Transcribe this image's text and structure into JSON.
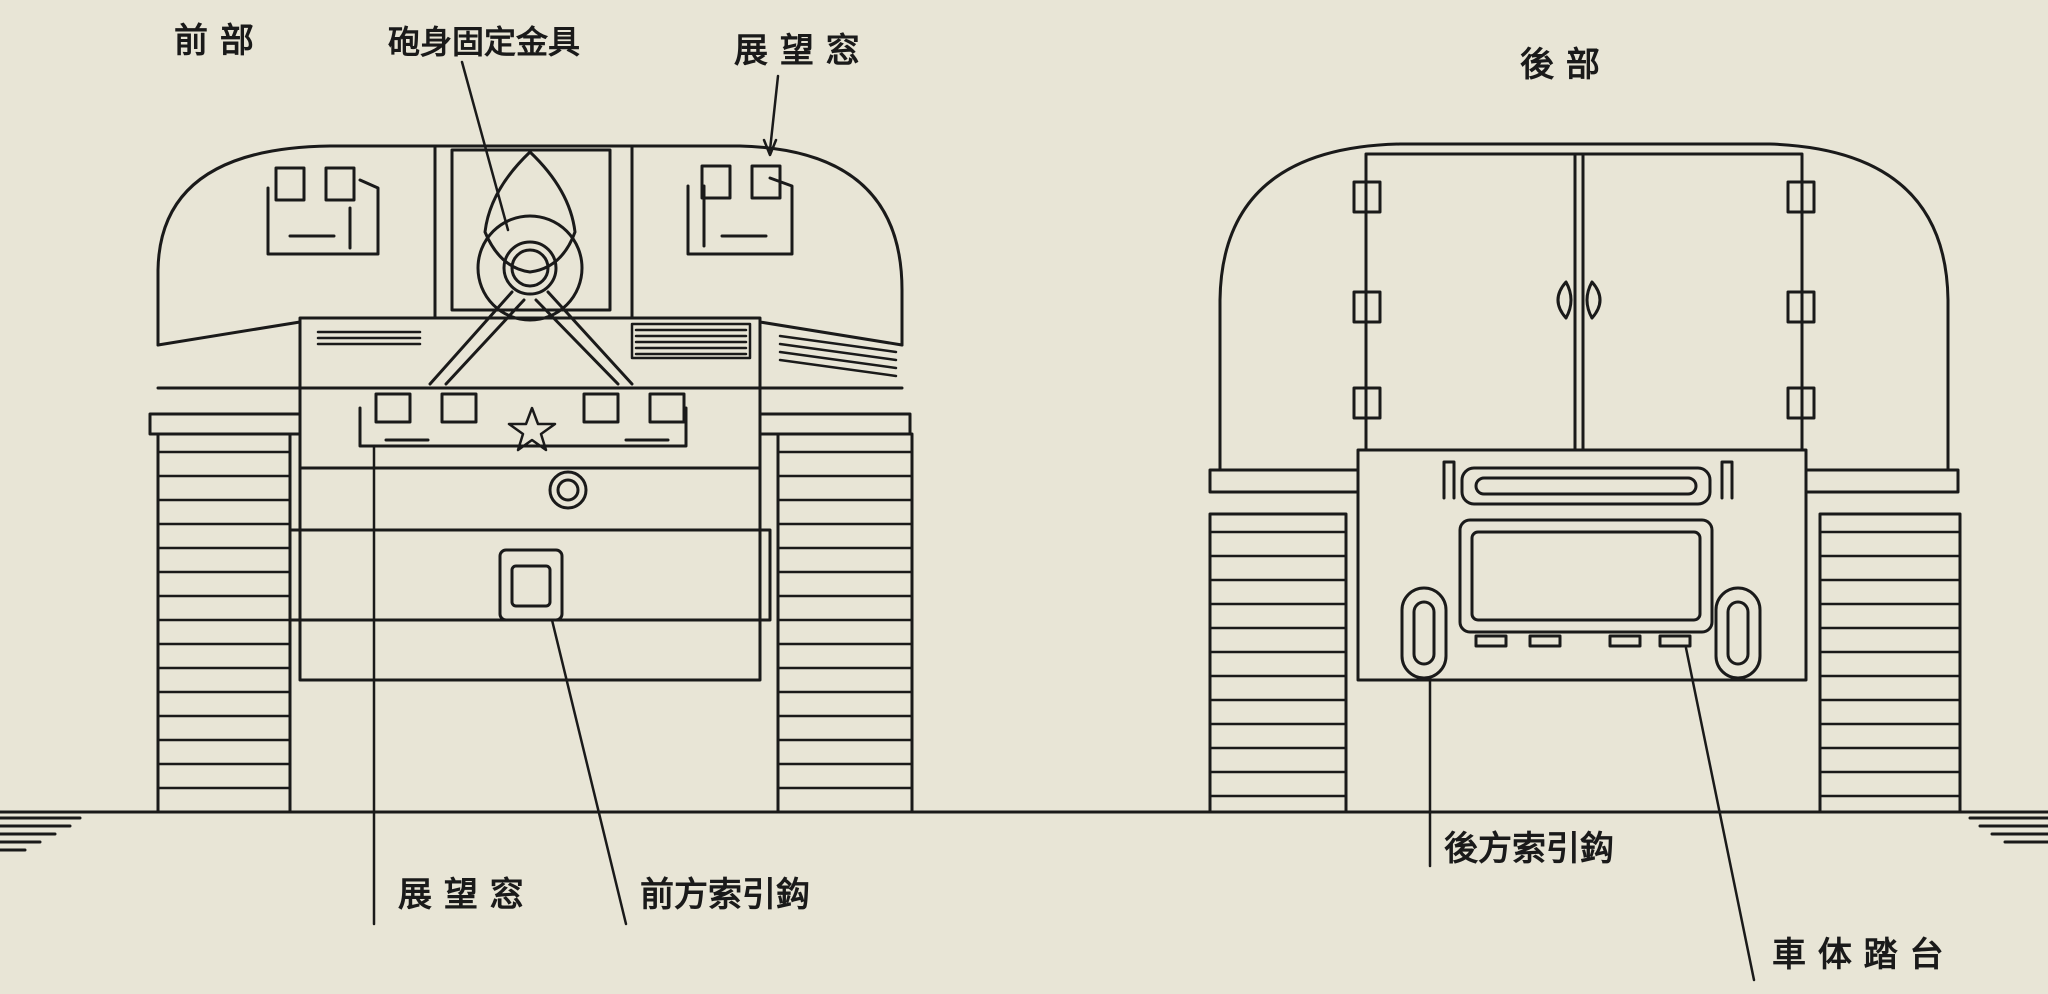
{
  "front": {
    "title": "前 部",
    "labels": {
      "barrel_clamp": "砲身固定金具",
      "vision_window_top": "展 望 窓",
      "vision_window_bottom": "展 望 窓",
      "front_tow_hook": "前方索引鈎"
    }
  },
  "rear": {
    "title": "後 部",
    "labels": {
      "rear_tow_hook": "後方索引鈎",
      "body_step": "車 体 踏 台"
    }
  },
  "colors": {
    "paper": "#e8e5d6",
    "ink": "#1a1a1a"
  }
}
